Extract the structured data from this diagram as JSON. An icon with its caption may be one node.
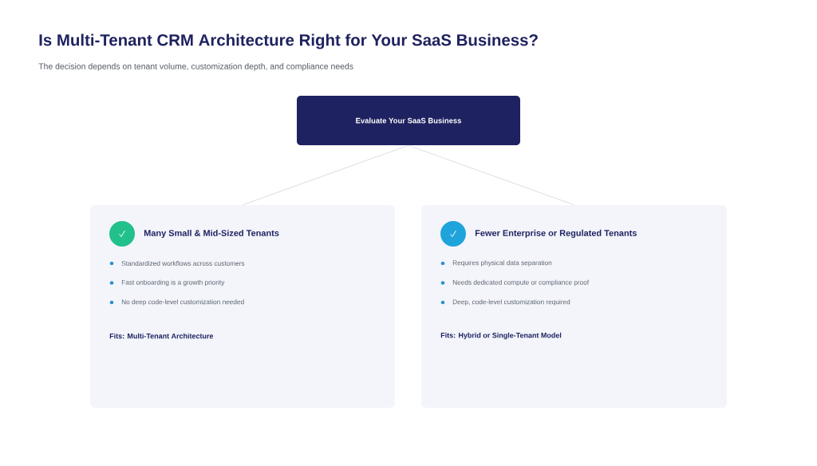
{
  "diagram": {
    "title": "Is Multi-Tenant CRM Architecture Right for Your SaaS Business?",
    "caption": "The decision depends on tenant volume, customization depth, and compliance needs",
    "nodes": [
      {
        "text": [
          "Evaluate Your SaaS Business"
        ]
      },
      {
        "text": [
          "Many Small & Mid-Sized Tenants",
          "Standardized workflows across customers",
          "Fast onboarding is a growth priority",
          "No deep code-level customization needed",
          "Fits: Multi-Tenant Architecture"
        ]
      },
      {
        "text": [
          "Fewer Enterprise or Regulated Tenants",
          "Requires physical data separation",
          "Needs dedicated compute or compliance proof",
          "Deep, code-level customization required",
          "Fits: Hybrid or Single-Tenant Model"
        ]
      }
    ],
    "edges": [
      {
        "from": 0,
        "to": 1,
        "arrow": "none"
      },
      {
        "from": 0,
        "to": 2,
        "arrow": "none"
      }
    ]
  }
}
